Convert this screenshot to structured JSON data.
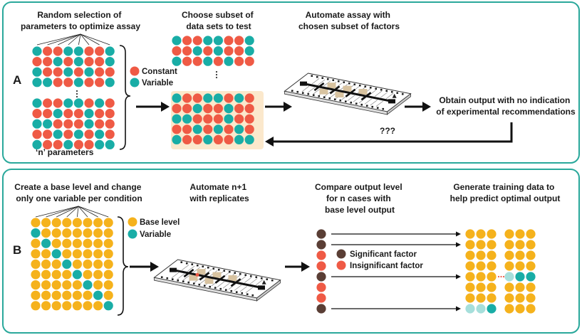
{
  "colors": {
    "panel_border": "#2aa89b",
    "constant": "#ef5a45",
    "variable": "#19ada6",
    "base": "#f5b21c",
    "variable_light": "#a6dfdb",
    "significant": "#5a3e35",
    "insignificant": "#ef5a45",
    "highlight": "#fbe8cc",
    "arrow": "#111111"
  },
  "panel_a": {
    "label": "A",
    "heading1": [
      "Random selection of",
      "parameters to optimize assay"
    ],
    "heading2": [
      "Choose subset of",
      "data sets to test"
    ],
    "heading3": [
      "Automate assay with",
      "chosen subset of factors"
    ],
    "legend": [
      "Constant",
      "Variable"
    ],
    "n_label": "‘n’ parameters",
    "output": [
      "Obtain output with no indication",
      "of experimental recommendations"
    ],
    "feedback": "???"
  },
  "panel_b": {
    "label": "B",
    "heading1": [
      "Create a base level and change",
      "only one variable per condition"
    ],
    "heading2": [
      "Automate n+1",
      "with replicates"
    ],
    "heading3": [
      "Compare output level",
      "for n cases with",
      "base level output"
    ],
    "heading4": [
      "Generate training data to",
      "help predict optimal output"
    ],
    "legend": [
      "Base level",
      "Variable"
    ],
    "factor_legend": [
      "Significant factor",
      "Insignificant factor"
    ]
  }
}
